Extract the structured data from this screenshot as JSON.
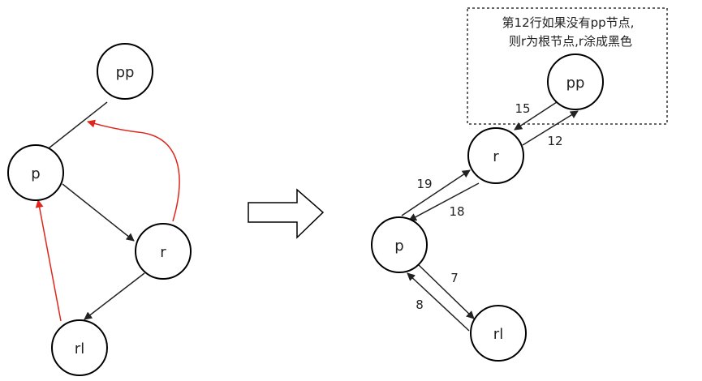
{
  "colors": {
    "edge": "#222222",
    "highlight_edge": "#e0261b",
    "node_stroke": "#000000",
    "node_fill": "#ffffff"
  },
  "before": {
    "nodes": {
      "pp": "pp",
      "p": "p",
      "r": "r",
      "rl": "rl"
    }
  },
  "transition_arrow_icon": "right-arrow-icon",
  "after": {
    "note_lines": [
      "第12行如果没有pp节点,",
      "则r为根节点,r涂成黑色"
    ],
    "nodes": {
      "pp": "pp",
      "r": "r",
      "p": "p",
      "rl": "rl"
    },
    "edge_labels": {
      "r_to_pp": "12",
      "pp_to_r": "15",
      "p_to_r": "19",
      "r_to_p": "18",
      "p_to_rl": "7",
      "rl_to_p": "8"
    }
  }
}
